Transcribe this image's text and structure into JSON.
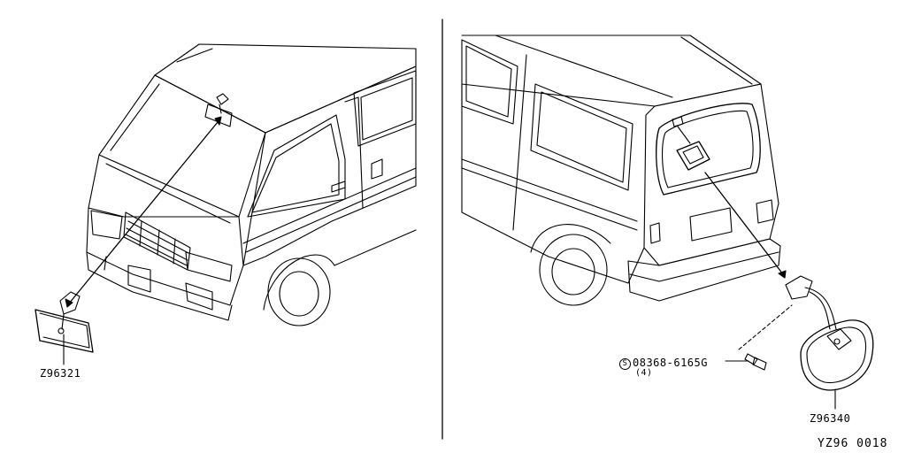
{
  "parts": {
    "front_mirror": "Z96321",
    "rear_mirror": "Z96340",
    "screw_symbol": "S",
    "screw_number": "08368-6165G",
    "screw_qty": "(4)"
  },
  "figure_code": "YZ96 0018",
  "colors": {
    "line": "#000000",
    "background": "#ffffff"
  }
}
